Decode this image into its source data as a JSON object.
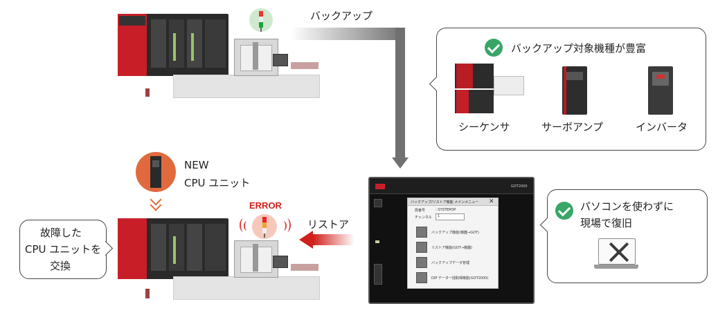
{
  "labels": {
    "backup": "バックアップ",
    "restore": "リストア",
    "error": "ERROR",
    "new_line1": "NEW",
    "new_line2": "CPU ユニット"
  },
  "feature_bubble": {
    "title": "バックアップ対象機種が豊富",
    "devices": [
      "シーケンサ",
      "サーボアンプ",
      "インバータ"
    ]
  },
  "replace_bubble": {
    "lines": [
      "故障した",
      "CPU ユニットを",
      "交換"
    ]
  },
  "pc_bubble": {
    "lines": [
      "パソコンを使わずに",
      "現場で復旧"
    ]
  },
  "hmi": {
    "model": "GOT2000",
    "window_title": "バックアップ/リストア機能 メインメニュー",
    "station_label": "局番号",
    "station_value": ": SYSTEM3P",
    "channel_label": "チャンネル",
    "channel_value": "1",
    "menu_items": [
      "バックアップ機能(機器→GOT)",
      "リストア機能(GOT→機器)",
      "バックアップデータ管理",
      "DIP データ一括取得機能(GOT2000)"
    ]
  },
  "colors": {
    "accent_green": "#37a667",
    "error_red": "#d0201a",
    "arrow_grey": "#707070",
    "cpu_orange": "#e06a3e"
  }
}
